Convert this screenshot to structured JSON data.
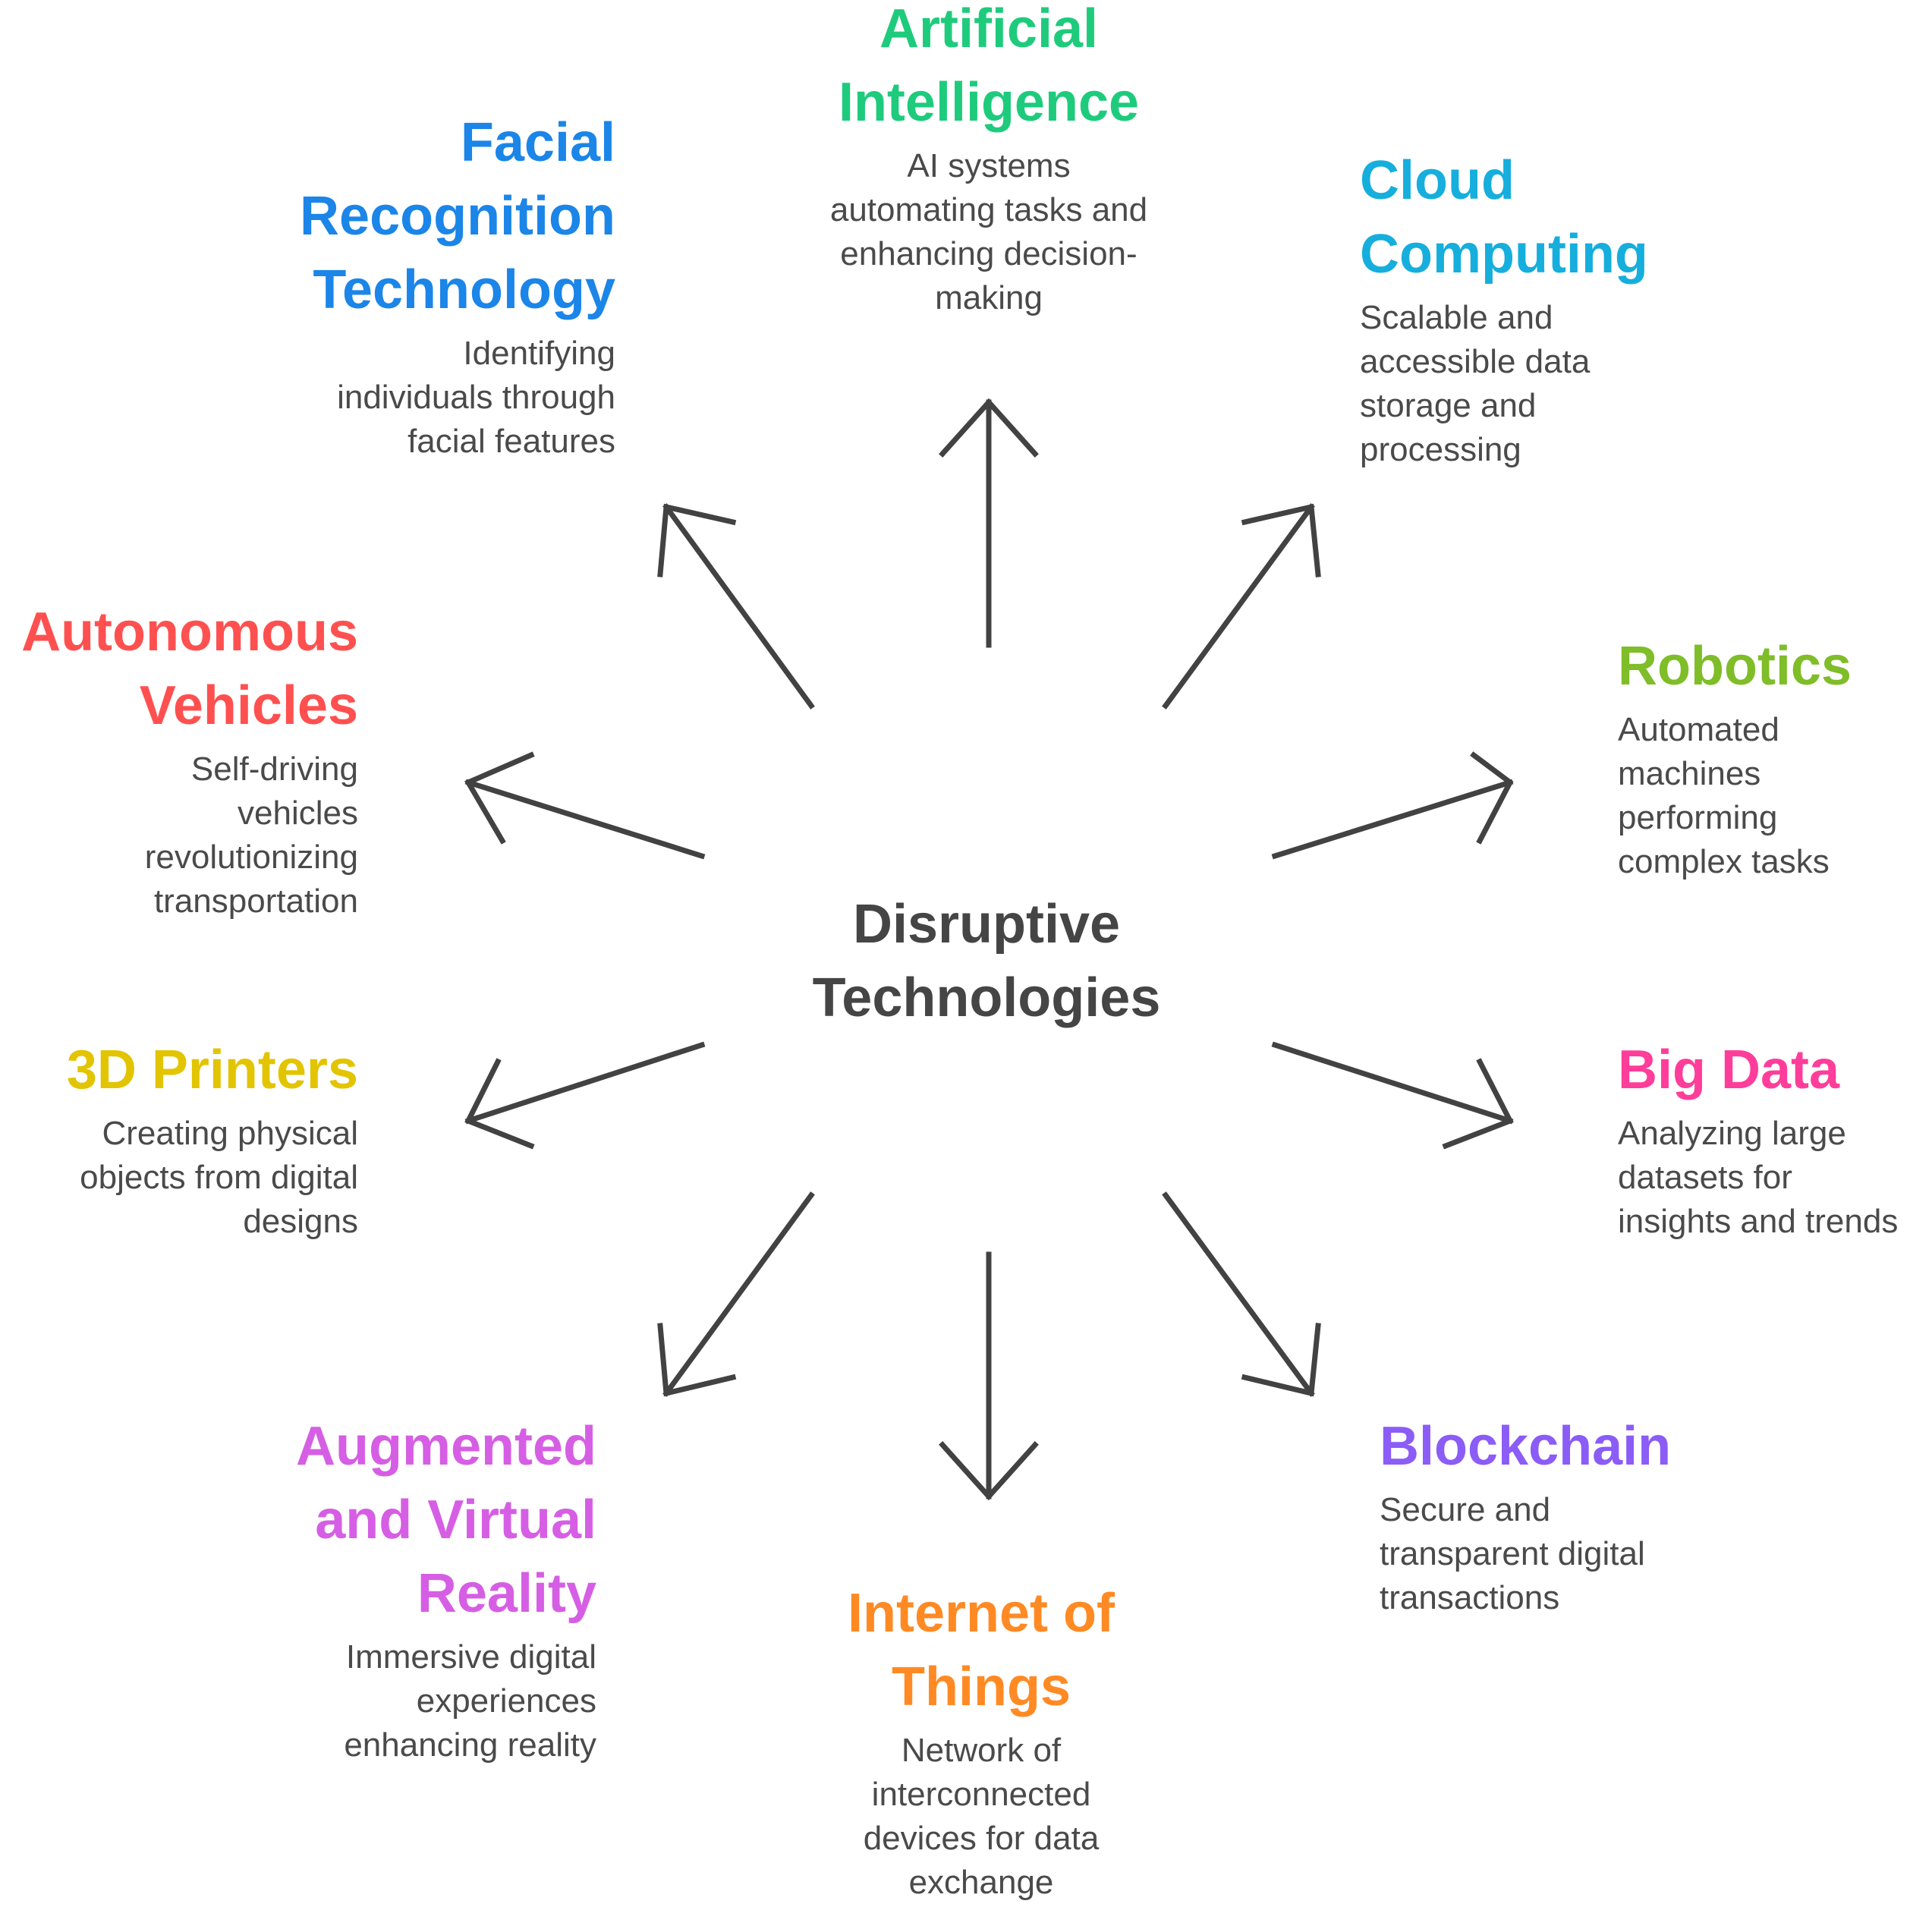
{
  "center": {
    "title": "Disruptive\nTechnologies"
  },
  "nodes": [
    {
      "id": "artificial-intelligence",
      "title": "Artificial\nIntelligence",
      "description": "AI systems\nautomating tasks and\nenhancing decision-\nmaking",
      "color": "#1ecb7c"
    },
    {
      "id": "cloud-computing",
      "title": "Cloud\nComputing",
      "description": "Scalable and\naccessible data\nstorage and\nprocessing",
      "color": "#16aedc"
    },
    {
      "id": "robotics",
      "title": "Robotics",
      "description": "Automated\nmachines\nperforming\ncomplex tasks",
      "color": "#7fbd29"
    },
    {
      "id": "big-data",
      "title": "Big Data",
      "description": "Analyzing large\ndatasets for\ninsights and trends",
      "color": "#ff3d9a"
    },
    {
      "id": "blockchain",
      "title": "Blockchain",
      "description": "Secure and\ntransparent digital\ntransactions",
      "color": "#8b5cf6"
    },
    {
      "id": "internet-of-things",
      "title": "Internet of\nThings",
      "description": "Network of\ninterconnected\ndevices for data\nexchange",
      "color": "#ff8a24"
    },
    {
      "id": "augmented-virtual-reality",
      "title": "Augmented\nand Virtual\nReality",
      "description": "Immersive digital\nexperiences\nenhancing reality",
      "color": "#d65ee4"
    },
    {
      "id": "3d-printers",
      "title": "3D Printers",
      "description": "Creating physical\nobjects from digital\ndesigns",
      "color": "#e3c400"
    },
    {
      "id": "autonomous-vehicles",
      "title": "Autonomous\nVehicles",
      "description": "Self-driving\nvehicles\nrevolutionizing\ntransportation",
      "color": "#ff5050"
    },
    {
      "id": "facial-recognition",
      "title": "Facial\nRecognition\nTechnology",
      "description": "Identifying\nindividuals through\nfacial features",
      "color": "#1b85e8"
    }
  ],
  "arrow_color": "#424242"
}
